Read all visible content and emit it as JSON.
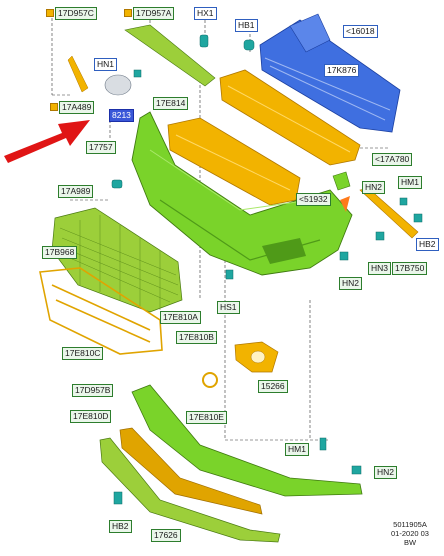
{
  "labels": {
    "p17D957C": "17D957C",
    "p17D957A": "17D957A",
    "pHX1": "HX1",
    "pHB1": "HB1",
    "p16018": "<16018",
    "pHN1": "HN1",
    "p17K876": "17K876",
    "p17A489": "17A489",
    "p8213": "8213",
    "p17E814": "17E814",
    "p17757": "17757",
    "p17A780": "<17A780",
    "p17A989": "17A989",
    "p51932": "<51932",
    "pHN2a": "HN2",
    "pHM1a": "HM1",
    "p17B968": "17B968",
    "pHB2a": "HB2",
    "pHN2b": "HN2",
    "pHN3": "HN3",
    "p17B750": "17B750",
    "pHS1": "HS1",
    "p17E810A": "17E810A",
    "p17E810B": "17E810B",
    "p17E810C": "17E810C",
    "p17D957B": "17D957B",
    "p15266": "15266",
    "p17E810D": "17E810D",
    "p17E810E": "17E810E",
    "pHM1b": "HM1",
    "pHN2c": "HN2",
    "pHB2b": "HB2",
    "p17626": "17626"
  },
  "footer": {
    "code": "5011905A",
    "date": "01-2020 03",
    "initials": "BW"
  },
  "colors": {
    "green_part": "#7ad32a",
    "yellow_part": "#f2b300",
    "blue_part": "#3f6fe0",
    "teal_clip": "#1fa6a0",
    "arrow": "#e01515",
    "label_green": "#2d7d2d",
    "label_blue": "#2f5fbf",
    "label_selected": "#3a57d8"
  }
}
